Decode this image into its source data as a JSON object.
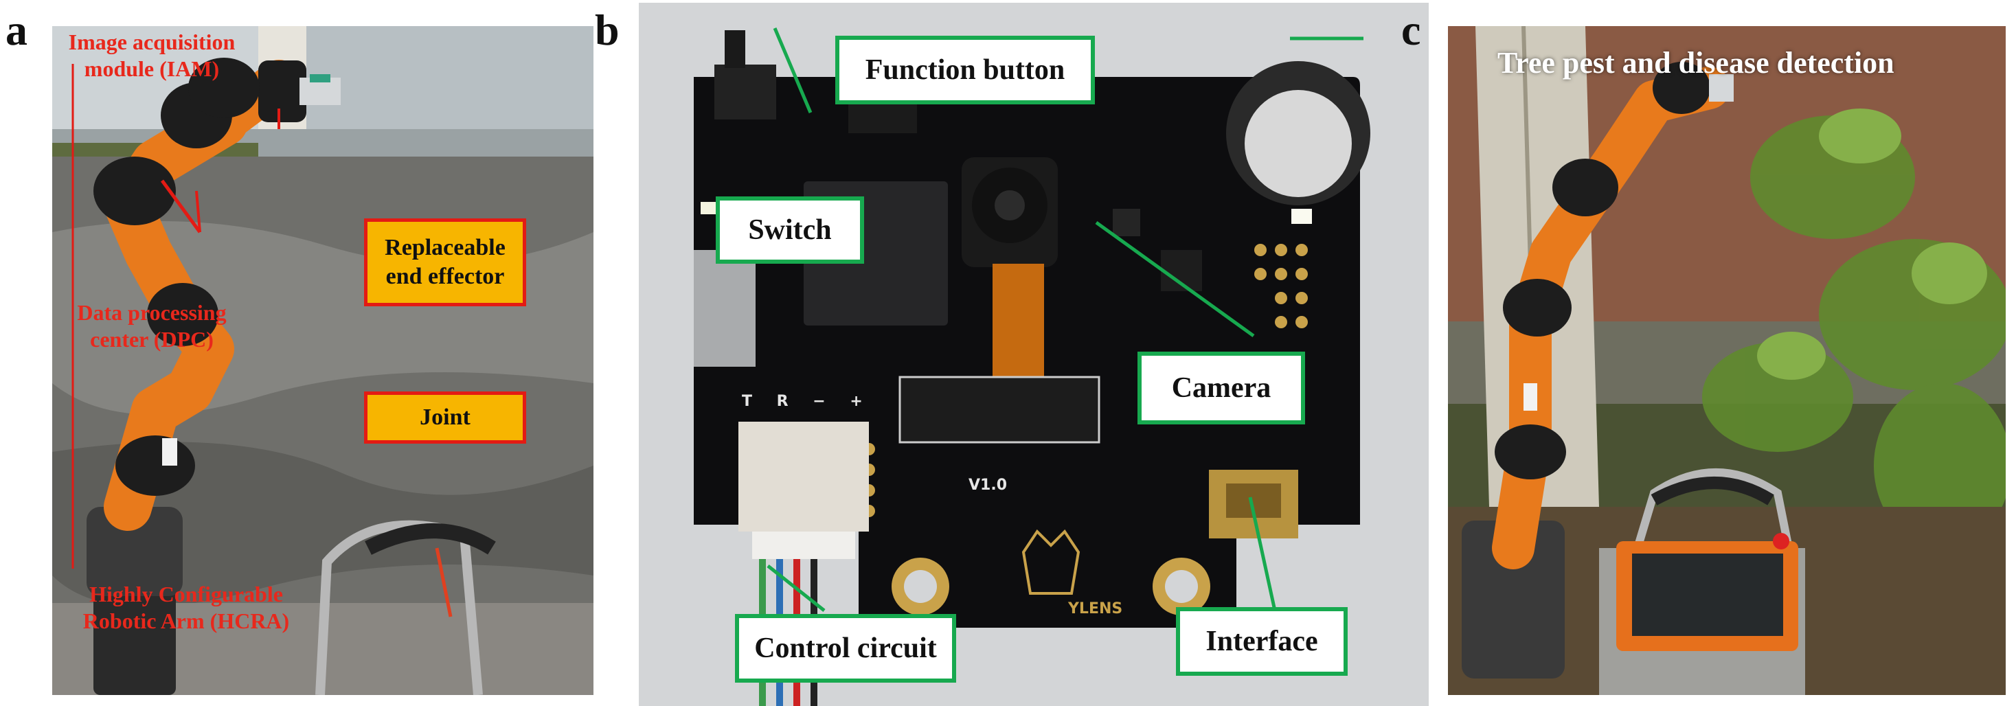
{
  "panels": {
    "a": {
      "letter": "a",
      "labels": {
        "iam": "Image acquisition module (IAM)",
        "dpc": "Data processing center (DPC)",
        "hcra": "Highly Configurable Robotic Arm (HCRA)"
      },
      "boxes": {
        "end_effector": "Replaceable end effector",
        "joint": "Joint"
      }
    },
    "b": {
      "letter": "b",
      "callouts": {
        "function_button": "Function button",
        "switch": "Switch",
        "camera": "Camera",
        "control_circuit": "Control circuit",
        "interface": "Interface"
      },
      "pcb_marks": {
        "pins": "T R − +",
        "version": "V1.0",
        "brand": "YLENS"
      }
    },
    "c": {
      "letter": "c",
      "title": "Tree pest and disease detection"
    }
  },
  "colors": {
    "red_label": "#e8281c",
    "orange_fill": "#f7b500",
    "red_border": "#e31b14",
    "green_border": "#17a94f",
    "robot_orange": "#e87a1c"
  }
}
